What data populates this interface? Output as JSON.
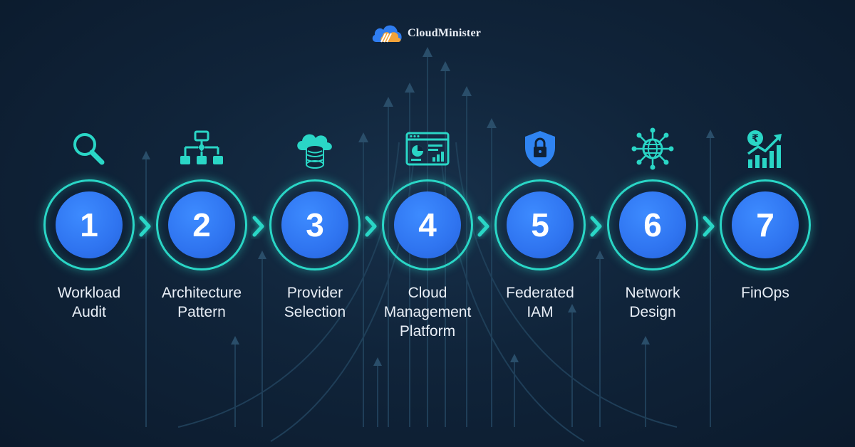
{
  "brand": {
    "name": "CloudMinister"
  },
  "colors": {
    "accent": "#2ad6c6",
    "circle": "#2f74f0",
    "background": "#0f2136"
  },
  "steps": [
    {
      "number": "1",
      "icon": "magnifier-icon",
      "lines": [
        "Workload",
        "Audit"
      ]
    },
    {
      "number": "2",
      "icon": "architecture-tree-icon",
      "lines": [
        "Architecture",
        "Pattern"
      ]
    },
    {
      "number": "3",
      "icon": "cloud-database-icon",
      "lines": [
        "Provider",
        "Selection"
      ]
    },
    {
      "number": "4",
      "icon": "dashboard-window-icon",
      "lines": [
        "Cloud",
        "Management",
        "Platform"
      ]
    },
    {
      "number": "5",
      "icon": "shield-lock-icon",
      "lines": [
        "Federated",
        "IAM"
      ]
    },
    {
      "number": "6",
      "icon": "network-globe-icon",
      "lines": [
        "Network",
        "Design"
      ]
    },
    {
      "number": "7",
      "icon": "rupee-growth-chart-icon",
      "lines": [
        "FinOps"
      ]
    }
  ]
}
